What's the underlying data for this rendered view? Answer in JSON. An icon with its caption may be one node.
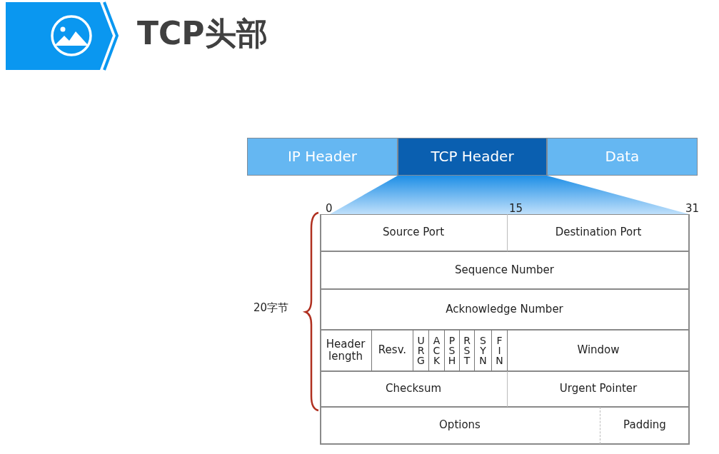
{
  "diagram": {
    "title": "TCP头部",
    "nodes": [
      {
        "text": [
          "IP Header"
        ]
      },
      {
        "text": [
          "TCP  Header"
        ]
      },
      {
        "text": [
          "Data"
        ]
      },
      {
        "text": [
          "Source Port"
        ]
      },
      {
        "text": [
          "Destination Port"
        ]
      },
      {
        "text": [
          "Sequence Number"
        ]
      },
      {
        "text": [
          "Acknowledge Number"
        ]
      },
      {
        "text": [
          "Header length"
        ]
      },
      {
        "text": [
          "Resv."
        ]
      },
      {
        "text": [
          "URG"
        ]
      },
      {
        "text": [
          "ACK"
        ]
      },
      {
        "text": [
          "PSH"
        ]
      },
      {
        "text": [
          "RST"
        ]
      },
      {
        "text": [
          "SYN"
        ]
      },
      {
        "text": [
          "FIN"
        ]
      },
      {
        "text": [
          "Window"
        ]
      },
      {
        "text": [
          "Checksum"
        ]
      },
      {
        "text": [
          "Urgent Pointer"
        ]
      },
      {
        "text": [
          "Options"
        ]
      },
      {
        "text": [
          "Padding"
        ]
      }
    ],
    "labels": [
      "0",
      "15",
      "31",
      "20字节"
    ]
  }
}
